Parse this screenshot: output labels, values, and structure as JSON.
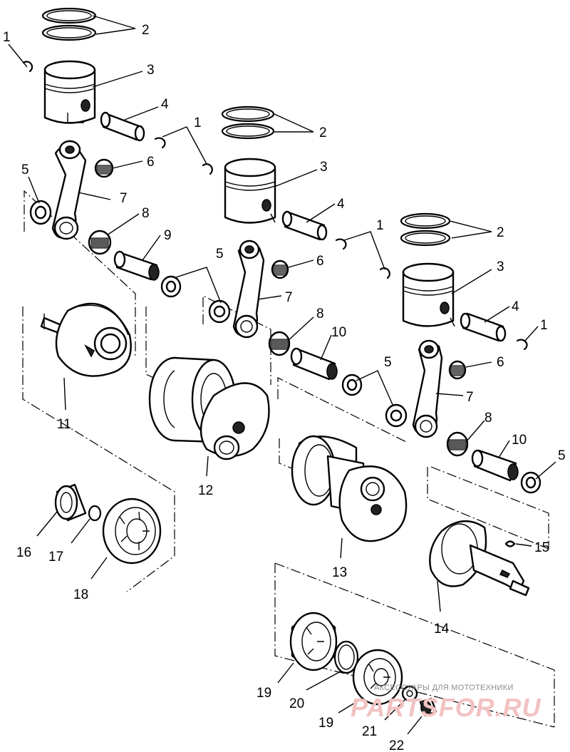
{
  "diagram": {
    "labels": [
      "1",
      "2",
      "3",
      "4",
      "5",
      "6",
      "7",
      "8",
      "9",
      "10",
      "11",
      "12",
      "13",
      "14",
      "15",
      "16",
      "17",
      "18",
      "19",
      "20",
      "21",
      "22"
    ]
  },
  "watermark": {
    "small_text": "АКСЕССУАРЫ ДЛЯ МОТОТЕХНИКИ",
    "brand_text": "PARTSFOR.RU"
  }
}
